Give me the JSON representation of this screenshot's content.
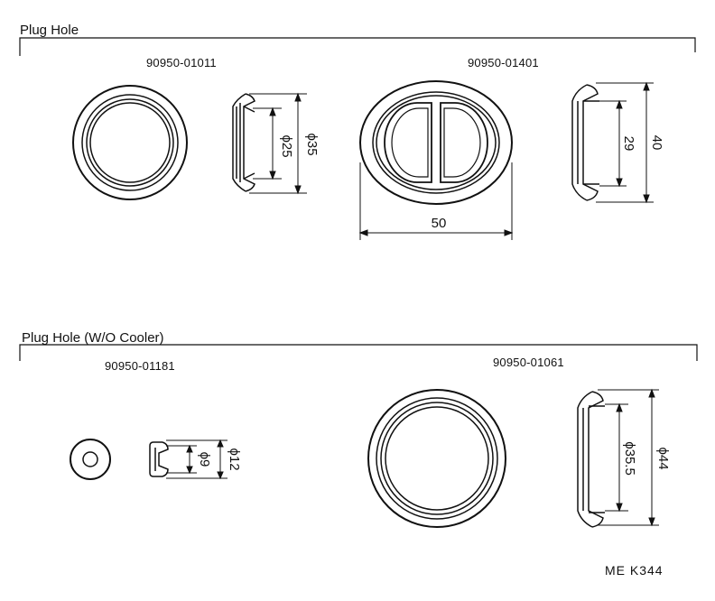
{
  "sections": [
    {
      "title": "Plug Hole",
      "parts": [
        {
          "part_no": "90950-01011",
          "dims": [
            "ϕ25",
            "ϕ35"
          ]
        },
        {
          "part_no": "90950-01401",
          "dims": [
            "29",
            "40",
            "50"
          ]
        }
      ]
    },
    {
      "title": "Plug Hole (W/O Cooler)",
      "parts": [
        {
          "part_no": "90950-01181",
          "dims": [
            "ϕ9",
            "ϕ12"
          ]
        },
        {
          "part_no": "90950-01061",
          "dims": [
            "ϕ35.5",
            "ϕ44"
          ]
        }
      ]
    }
  ],
  "drawing_code": "ME  K344"
}
